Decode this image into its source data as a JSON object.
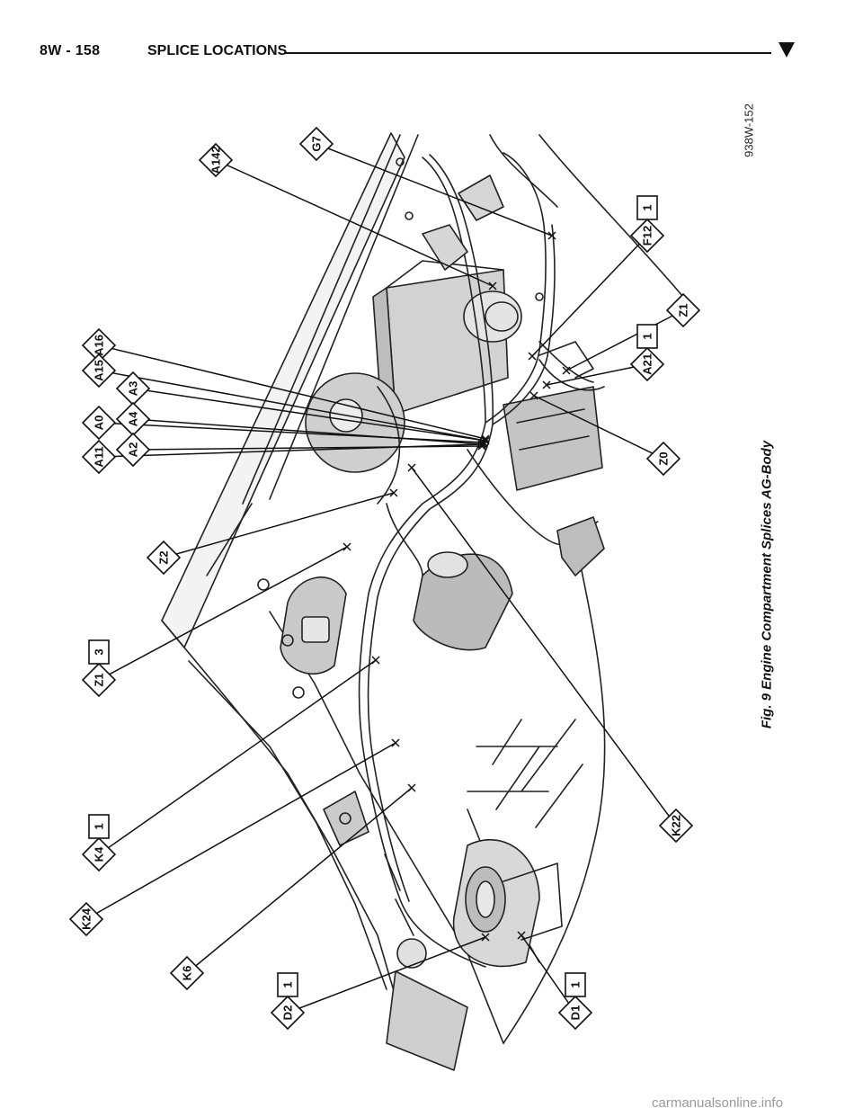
{
  "header": {
    "page_number": "8W - 158",
    "section_title": "SPLICE LOCATIONS"
  },
  "figure": {
    "figure_id": "938W-152",
    "caption": "Fig. 9 Engine Compartment Splices AG-Body",
    "callouts": [
      {
        "label": "A142",
        "flag": ""
      },
      {
        "label": "G7",
        "flag": ""
      },
      {
        "label": "F12",
        "flag": "1"
      },
      {
        "label": "Z1",
        "flag": ""
      },
      {
        "label": "A21",
        "flag": "1"
      },
      {
        "label": "Z0",
        "flag": ""
      },
      {
        "label": "A16",
        "flag": ""
      },
      {
        "label": "A15",
        "flag": ""
      },
      {
        "label": "A0",
        "flag": ""
      },
      {
        "label": "A11",
        "flag": ""
      },
      {
        "label": "A3",
        "flag": ""
      },
      {
        "label": "A4",
        "flag": ""
      },
      {
        "label": "A2",
        "flag": ""
      },
      {
        "label": "Z2",
        "flag": ""
      },
      {
        "label": "Z1",
        "flag": "3"
      },
      {
        "label": "K4",
        "flag": "1"
      },
      {
        "label": "K24",
        "flag": ""
      },
      {
        "label": "K6",
        "flag": ""
      },
      {
        "label": "D2",
        "flag": "1"
      },
      {
        "label": "D1",
        "flag": "1"
      },
      {
        "label": "K22",
        "flag": ""
      }
    ]
  },
  "watermark": "carmanualsonline.info"
}
